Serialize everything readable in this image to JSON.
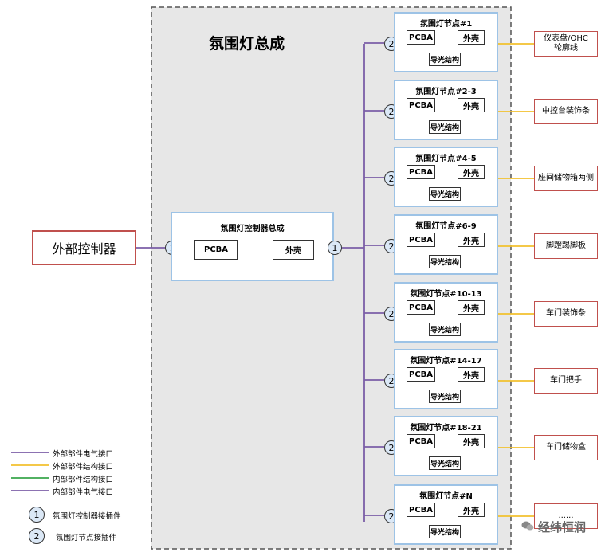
{
  "title": "氛围灯总成",
  "external_controller": "外部控制器",
  "controller_assembly": {
    "title": "氛围灯控制器总成",
    "pcba": "PCBA",
    "shell": "外壳"
  },
  "node_parts": {
    "pcba": "PCBA",
    "shell": "外壳",
    "light_guide": "导光结构"
  },
  "nodes": [
    {
      "title": "氛围灯节点#1",
      "target": "仪表盘/OHC\n轮廓线"
    },
    {
      "title": "氛围灯节点#2-3",
      "target": "中控台装饰条"
    },
    {
      "title": "氛围灯节点#4-5",
      "target": "座间储物箱两侧"
    },
    {
      "title": "氛围灯节点#6-9",
      "target": "脚蹬踢脚板"
    },
    {
      "title": "氛围灯节点#10-13",
      "target": "车门装饰条"
    },
    {
      "title": "氛围灯节点#14-17",
      "target": "车门把手"
    },
    {
      "title": "氛围灯节点#18-21",
      "target": "车门储物盒"
    },
    {
      "title": "氛围灯节点#N",
      "target": "......"
    }
  ],
  "connector_labels": {
    "controller": "1",
    "node": "2"
  },
  "legend": [
    {
      "label": "外部部件电气接口",
      "color": "#7b5ea7"
    },
    {
      "label": "外部部件结构接口",
      "color": "#f2c12e"
    },
    {
      "label": "内部部件结构接口",
      "color": "#3aa64c"
    },
    {
      "label": "内部部件电气接口",
      "color": "#7b5ea7"
    }
  ],
  "connector_legend": [
    {
      "symbol": "1",
      "label": "氛围灯控制器接插件"
    },
    {
      "symbol": "2",
      "label": "氛围灯节点接插件"
    }
  ],
  "watermark": "经纬恒润",
  "colors": {
    "electrical": "#7b5ea7",
    "structural_ext": "#f2c12e",
    "internal_struct": "#3aa64c",
    "box_border": "#9dc3e6",
    "red_border": "#c0504d",
    "assembly_bg": "#e7e7e7"
  }
}
